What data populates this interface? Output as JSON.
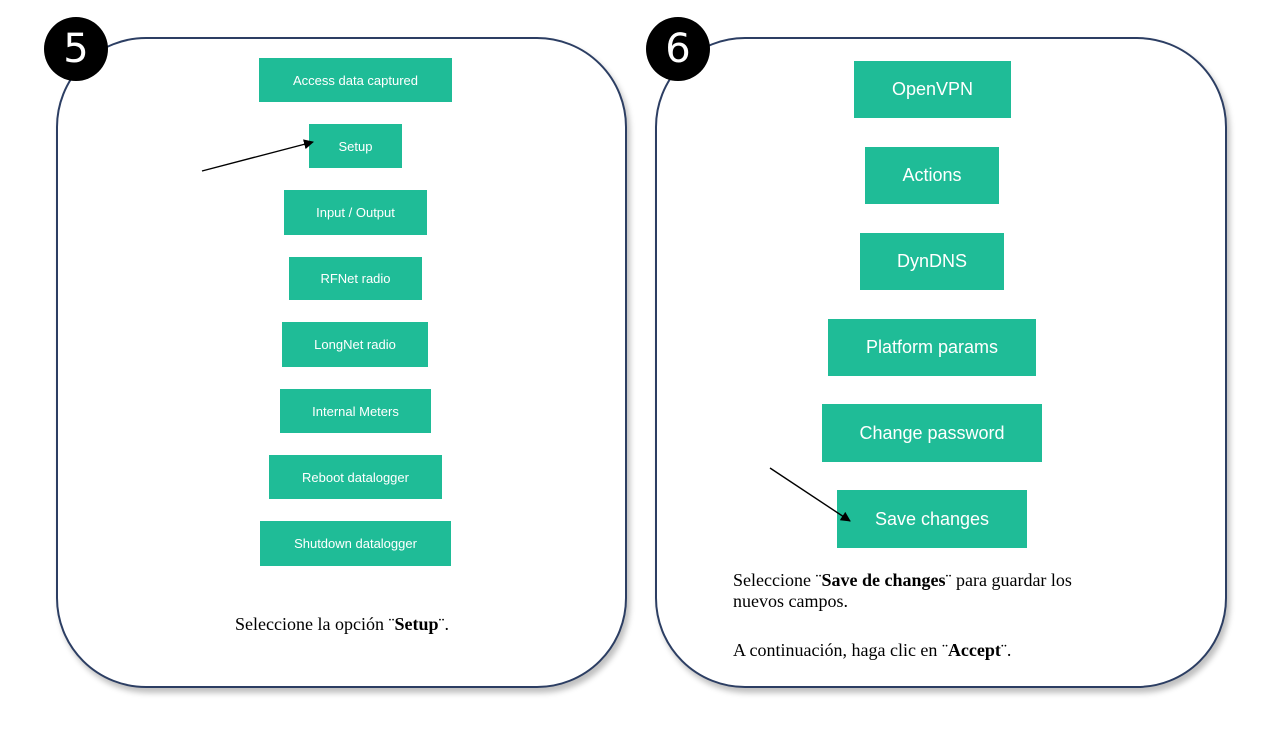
{
  "steps": [
    {
      "number": "5",
      "buttons": [
        "Access data captured",
        "Setup",
        "Input / Output",
        "RFNet radio",
        "LongNet radio",
        "Internal Meters",
        "Reboot datalogger",
        "Shutdown datalogger"
      ],
      "caption": {
        "prefix": "Seleccione la opción ",
        "open_quote": "¨",
        "bold": "Setup",
        "close_quote": "¨",
        "suffix": "."
      }
    },
    {
      "number": "6",
      "buttons": [
        "OpenVPN",
        "Actions",
        "DynDNS",
        "Platform params",
        "Change password",
        "Save changes"
      ],
      "caption1": {
        "prefix": "Seleccione ",
        "open_quote": "¨",
        "bold": "Save de changes",
        "close_quote": "¨",
        "suffix_line1": " para guardar los",
        "line2": "nuevos campos."
      },
      "caption2": {
        "prefix": "A continuación, haga clic en ",
        "open_quote": "¨",
        "bold": "Accept",
        "close_quote": "¨",
        "suffix": "."
      }
    }
  ],
  "colors": {
    "button": "#1fbc97",
    "border": "#2c3e63",
    "badge": "#000000"
  }
}
